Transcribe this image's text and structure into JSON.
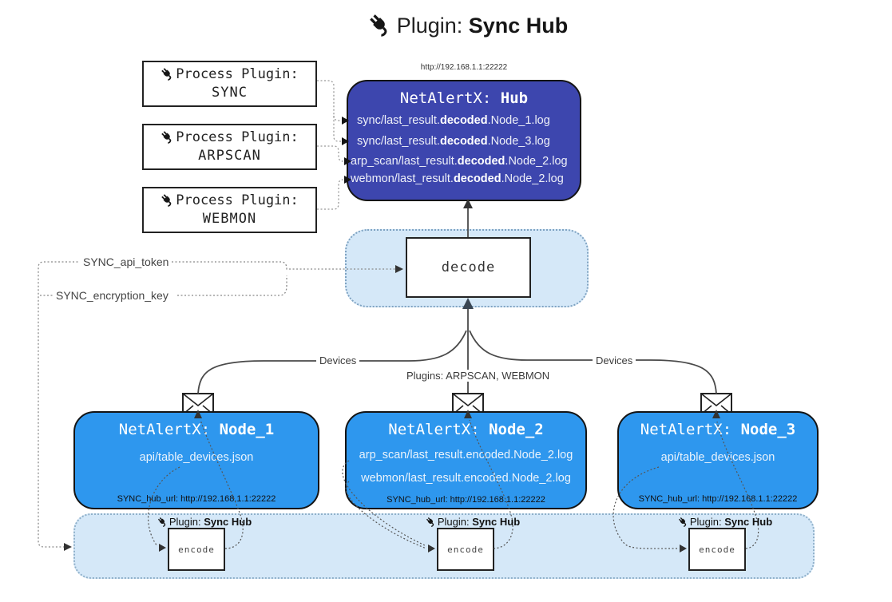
{
  "title": {
    "prefix": "Plugin: ",
    "bold": "Sync Hub"
  },
  "hub_url_top": "http://192.168.1.1:22222",
  "process_plugins": [
    {
      "label": "Process Plugin:",
      "name": "SYNC"
    },
    {
      "label": "Process Plugin:",
      "name": "ARPSCAN"
    },
    {
      "label": "Process Plugin:",
      "name": "WEBMON"
    }
  ],
  "hub": {
    "title_prefix": "NetAlertX: ",
    "title_bold": "Hub",
    "logs": [
      {
        "pre": "sync/last_result.",
        "bold": "decoded",
        "post": ".Node_1.log"
      },
      {
        "pre": "sync/last_result.",
        "bold": "decoded",
        "post": ".Node_3.log"
      },
      {
        "pre": "arp_scan/last_result.",
        "bold": "decoded",
        "post": ".Node_2.log"
      },
      {
        "pre": "webmon/last_result.",
        "bold": "decoded",
        "post": ".Node_2.log"
      }
    ]
  },
  "decode_box": "decode",
  "config": {
    "api_token": "SYNC_api_token",
    "encryption_key": "SYNC_encryption_key"
  },
  "flow_labels": {
    "devices_left": "Devices",
    "plugins": "Plugins: ARPSCAN, WEBMON",
    "devices_right": "Devices"
  },
  "nodes": [
    {
      "title_prefix": "NetAlertX: ",
      "title_bold": "Node_1",
      "files": [
        "api/table_devices.json"
      ],
      "hub_url": "SYNC_hub_url: http://192.168.1.1:22222"
    },
    {
      "title_prefix": "NetAlertX: ",
      "title_bold": "Node_2",
      "files": [
        "arp_scan/last_result.encoded.Node_2.log",
        "webmon/last_result.encoded.Node_2.log"
      ],
      "hub_url": "SYNC_hub_url: http://192.168.1.1:22222"
    },
    {
      "title_prefix": "NetAlertX: ",
      "title_bold": "Node_3",
      "files": [
        "api/table_devices.json"
      ],
      "hub_url": "SYNC_hub_url: http://192.168.1.1:22222"
    }
  ],
  "encoder": {
    "label_prefix": "Plugin: ",
    "label_bold": "Sync Hub",
    "box": "encode"
  },
  "colors": {
    "hub_bg": "#3d46ae",
    "node_bg": "#2e97ee",
    "panel_bg": "#d5e8f8",
    "line": "#4a4a4a",
    "dotted": "#8a8a8a",
    "arrow_dark": "#3a4653"
  }
}
